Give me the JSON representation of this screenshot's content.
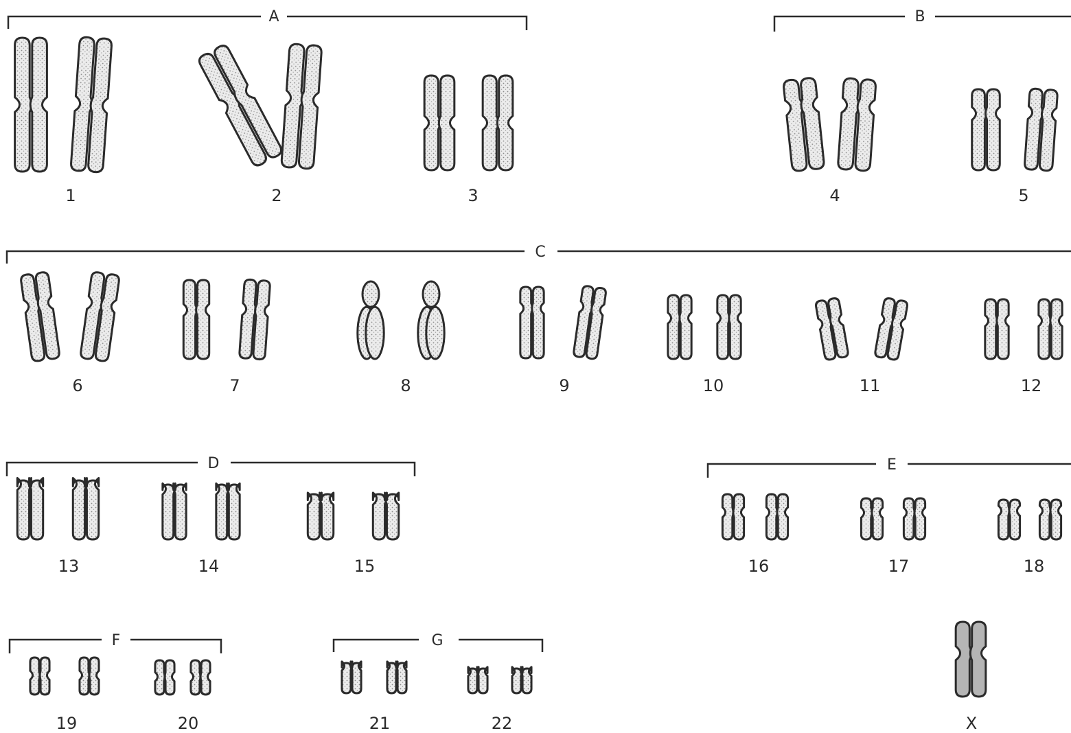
{
  "colors": {
    "ink": "#2b2b2b",
    "shade": "#b9b9b9",
    "background": "#ffffff",
    "rule": "#9a9a9a"
  },
  "groups": [
    {
      "id": "A",
      "label": "A"
    },
    {
      "id": "B",
      "label": "B"
    },
    {
      "id": "C",
      "label": "C"
    },
    {
      "id": "D",
      "label": "D"
    },
    {
      "id": "E",
      "label": "E"
    },
    {
      "id": "F",
      "label": "F"
    },
    {
      "id": "G",
      "label": "G"
    }
  ],
  "pairs": [
    {
      "label": "1",
      "group": "A",
      "shape": "tall"
    },
    {
      "label": "2",
      "group": "A",
      "shape": "tall-bent"
    },
    {
      "label": "3",
      "group": "A",
      "shape": "metacentric"
    },
    {
      "label": "4",
      "group": "B",
      "shape": "submetacentric"
    },
    {
      "label": "5",
      "group": "B",
      "shape": "submetacentric"
    },
    {
      "label": "6",
      "group": "C",
      "shape": "submetacentric"
    },
    {
      "label": "7",
      "group": "C",
      "shape": "submetacentric"
    },
    {
      "label": "8",
      "group": "C",
      "shape": "ring"
    },
    {
      "label": "9",
      "group": "C",
      "shape": "submetacentric"
    },
    {
      "label": "10",
      "group": "C",
      "shape": "metacentric"
    },
    {
      "label": "11",
      "group": "C",
      "shape": "submetacentric"
    },
    {
      "label": "12",
      "group": "C",
      "shape": "metacentric"
    },
    {
      "label": "13",
      "group": "D",
      "shape": "acrocentric"
    },
    {
      "label": "14",
      "group": "D",
      "shape": "acrocentric"
    },
    {
      "label": "15",
      "group": "D",
      "shape": "acrocentric-curved"
    },
    {
      "label": "16",
      "group": "E",
      "shape": "small-x"
    },
    {
      "label": "17",
      "group": "E",
      "shape": "small-x"
    },
    {
      "label": "18",
      "group": "E",
      "shape": "small-x"
    },
    {
      "label": "19",
      "group": "F",
      "shape": "small-x"
    },
    {
      "label": "20",
      "group": "F",
      "shape": "small-x"
    },
    {
      "label": "21",
      "group": "G",
      "shape": "tiny-acrocentric"
    },
    {
      "label": "22",
      "group": "G",
      "shape": "tiny-acrocentric"
    }
  ],
  "sex_chromosome": {
    "label": "X",
    "shape": "single-submetacentric"
  }
}
